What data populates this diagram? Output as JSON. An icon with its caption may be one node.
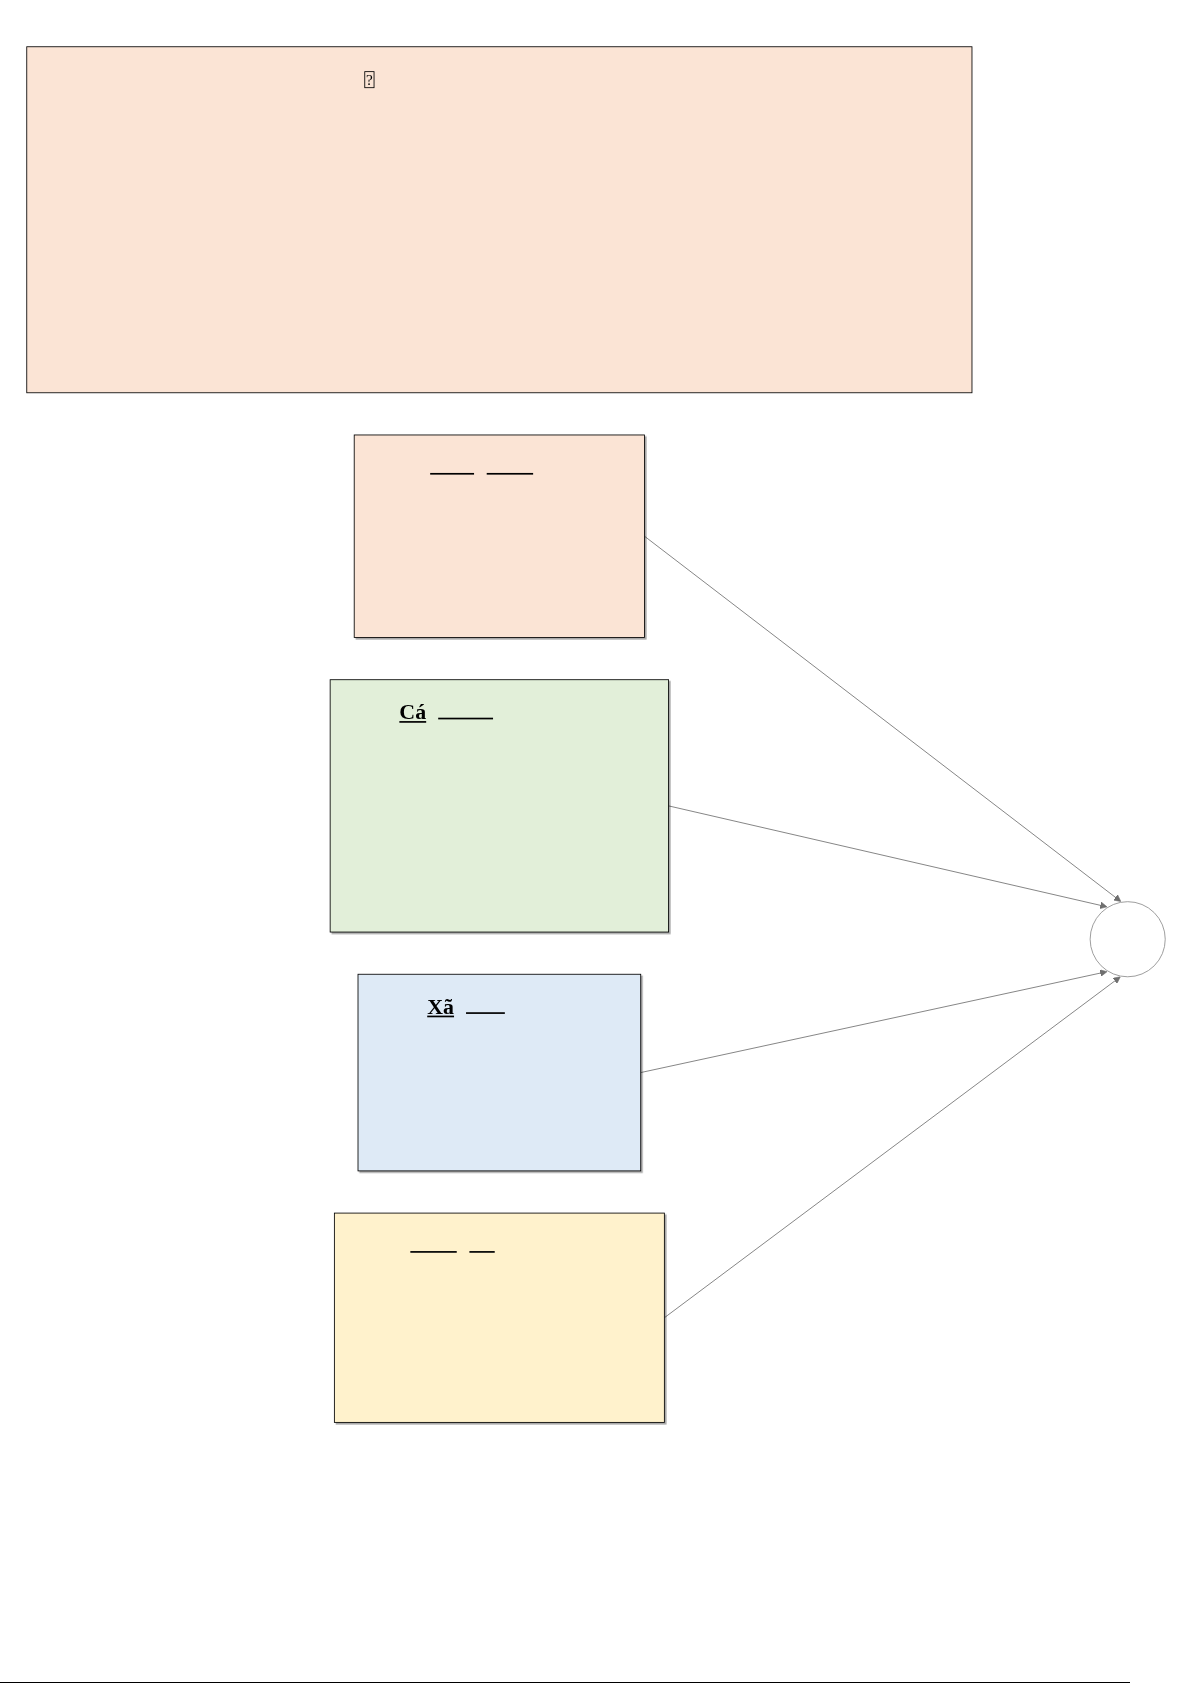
{
  "diagram": {
    "nodes": [
      {
        "text": [
          "?"
        ]
      },
      {
        "text": [],
        "shape": "box"
      },
      {
        "text": [
          "Cá"
        ]
      },
      {
        "text": [],
        "shape": "circle"
      },
      {
        "text": [
          "Xã"
        ]
      },
      {
        "text": [],
        "shape": "box"
      }
    ],
    "edges": [
      {
        "from": 1,
        "to": 3,
        "arrow": "to"
      },
      {
        "from": 2,
        "to": 3,
        "arrow": "to"
      },
      {
        "from": 4,
        "to": 3,
        "arrow": "to"
      },
      {
        "from": 5,
        "to": 3,
        "arrow": "to"
      }
    ]
  }
}
